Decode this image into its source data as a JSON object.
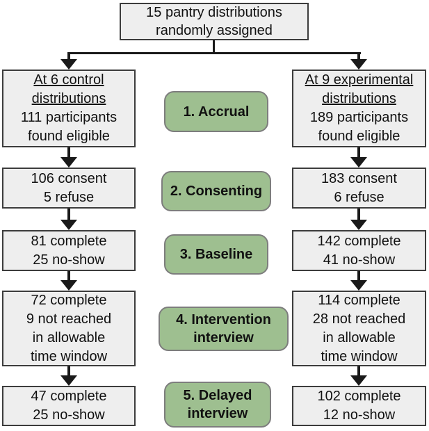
{
  "colors": {
    "stage_fill": "#9ebf90",
    "stage_border": "#7d7d7d",
    "box_fill": "#eeeeee",
    "box_border": "#3c3c3c",
    "connector": "#1a1a1a"
  },
  "top_box": {
    "text": "15 pantry distributions\nrandomly assigned"
  },
  "stages": [
    {
      "label": "1. Accrual"
    },
    {
      "label": "2. Consenting"
    },
    {
      "label": "3. Baseline"
    },
    {
      "label": "4. Intervention\ninterview"
    },
    {
      "label": "5. Delayed\ninterview"
    }
  ],
  "control_arm": {
    "heading": "At 6 control\ndistributions",
    "eligible": "111 participants\nfound eligible",
    "steps": [
      "106 consent\n5 refuse",
      "81 complete\n25 no-show",
      "72 complete\n9 not reached\nin allowable\ntime window",
      "47 complete\n25 no-show"
    ]
  },
  "experimental_arm": {
    "heading": "At 9 experimental\ndistributions",
    "eligible": "189 participants\nfound eligible",
    "steps": [
      "183 consent\n6 refuse",
      "142 complete\n41 no-show",
      "114 complete\n28 not reached\nin allowable\ntime window",
      "102 complete\n12 no-show"
    ]
  }
}
